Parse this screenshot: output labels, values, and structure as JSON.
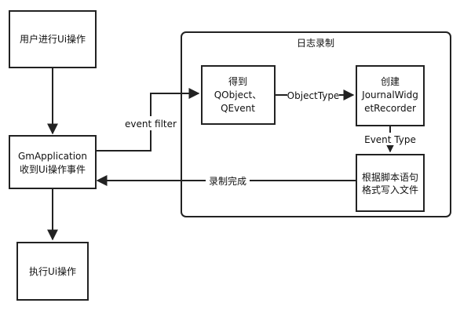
{
  "group": {
    "title": "日志录制"
  },
  "nodes": {
    "user_ui_action": [
      "用户进行Ui操作"
    ],
    "gm_application": [
      "GmApplication",
      "收到Ui操作事件"
    ],
    "execute_ui_action": [
      "执行Ui操作"
    ],
    "get_qobject": [
      "得到",
      "QObject、",
      "QEvent"
    ],
    "create_recorder": [
      "创建",
      "JournalWidg",
      "etRecorder"
    ],
    "write_file": [
      "根据脚本语句",
      "格式写入文件"
    ]
  },
  "edges": {
    "event_filter": "event filter",
    "object_type": "ObjectType",
    "event_type": "Event Type",
    "record_done": "录制完成"
  },
  "colors": {
    "stroke": "#222222",
    "background": "#ffffff"
  }
}
